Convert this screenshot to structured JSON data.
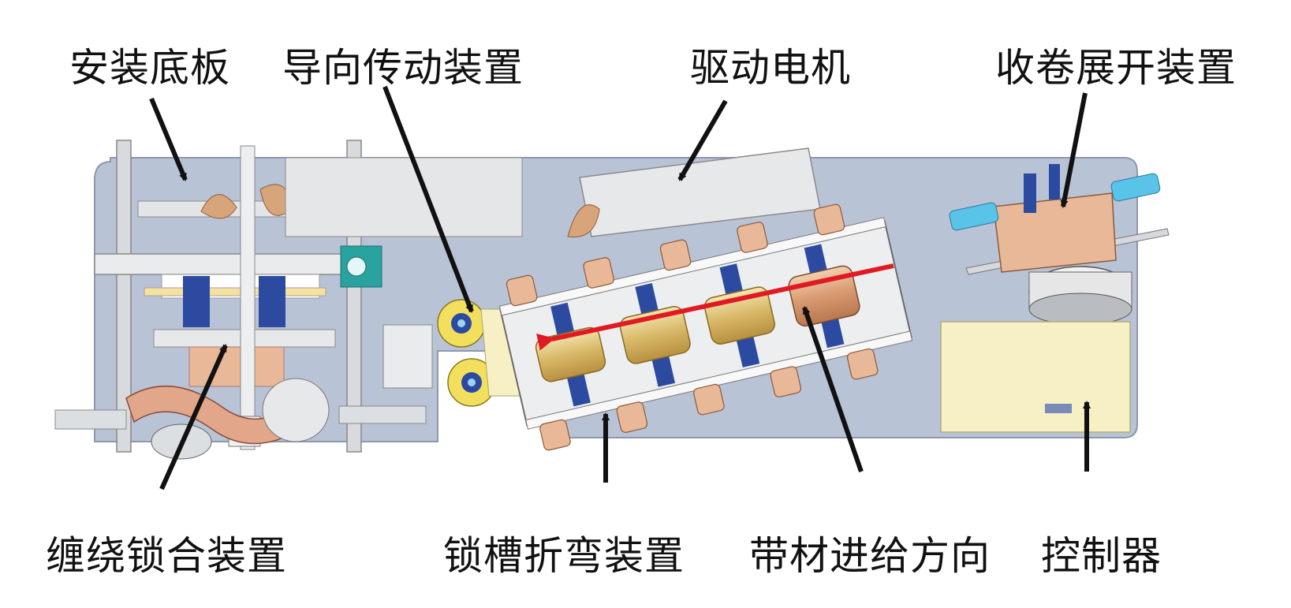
{
  "labels": {
    "base_plate": "安装底板",
    "guide_drive": "导向传动装置",
    "drive_motor": "驱动电机",
    "reel_unit": "收卷展开装置",
    "wrap_lock": "缠绕锁合装置",
    "groove_bend": "锁槽折弯装置",
    "feed_direction": "带材进给方向",
    "controller": "控制器"
  },
  "colors": {
    "plate": "#b9c3d6",
    "steel": "#e2e4e6",
    "copper": "#e8b898",
    "blue_part": "#2c4aa0",
    "teal_part": "#29a3a0",
    "cyan_part": "#59c3e8",
    "gold": "#e8cf78",
    "controller_box": "#f6f0c4",
    "feed_arrow": "#e01a22",
    "callout": "#111111"
  }
}
